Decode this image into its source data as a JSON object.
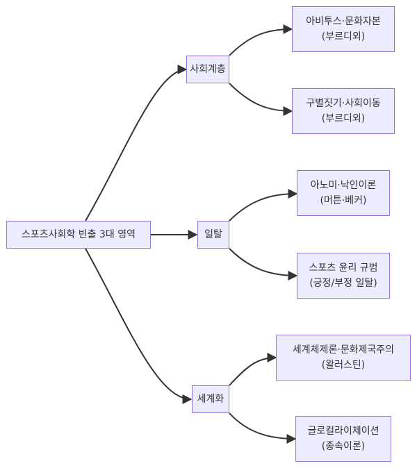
{
  "diagram": {
    "colors": {
      "node_fill": "#ECECFF",
      "node_border": "#9370DB",
      "edge": "#333333",
      "text": "#333333"
    },
    "root": {
      "label": "스포츠사회학 빈출 3대 영역"
    },
    "mid": [
      {
        "id": "social",
        "label": "사회계층"
      },
      {
        "id": "deviance",
        "label": "일탈"
      },
      {
        "id": "global",
        "label": "세계화"
      }
    ],
    "leaves": [
      {
        "id": "habitus",
        "parent": "social",
        "line1": "아비투스·문화자본",
        "line2": "(부르디외)"
      },
      {
        "id": "distinction",
        "parent": "social",
        "line1": "구별짓기·사회이동",
        "line2": "(부르디외)"
      },
      {
        "id": "anomie",
        "parent": "deviance",
        "line1": "아노미·낙인이론",
        "line2": "(머튼·베커)"
      },
      {
        "id": "ethics",
        "parent": "deviance",
        "line1": "스포츠 윤리 규범",
        "line2": "(긍정/부정 일탈)"
      },
      {
        "id": "worldsystem",
        "parent": "global",
        "line1": "세계체제론·문화제국주의",
        "line2": "(왈러스틴)"
      },
      {
        "id": "glocal",
        "parent": "global",
        "line1": "글로컬라이제이션",
        "line2": "(종속이론)"
      }
    ]
  }
}
